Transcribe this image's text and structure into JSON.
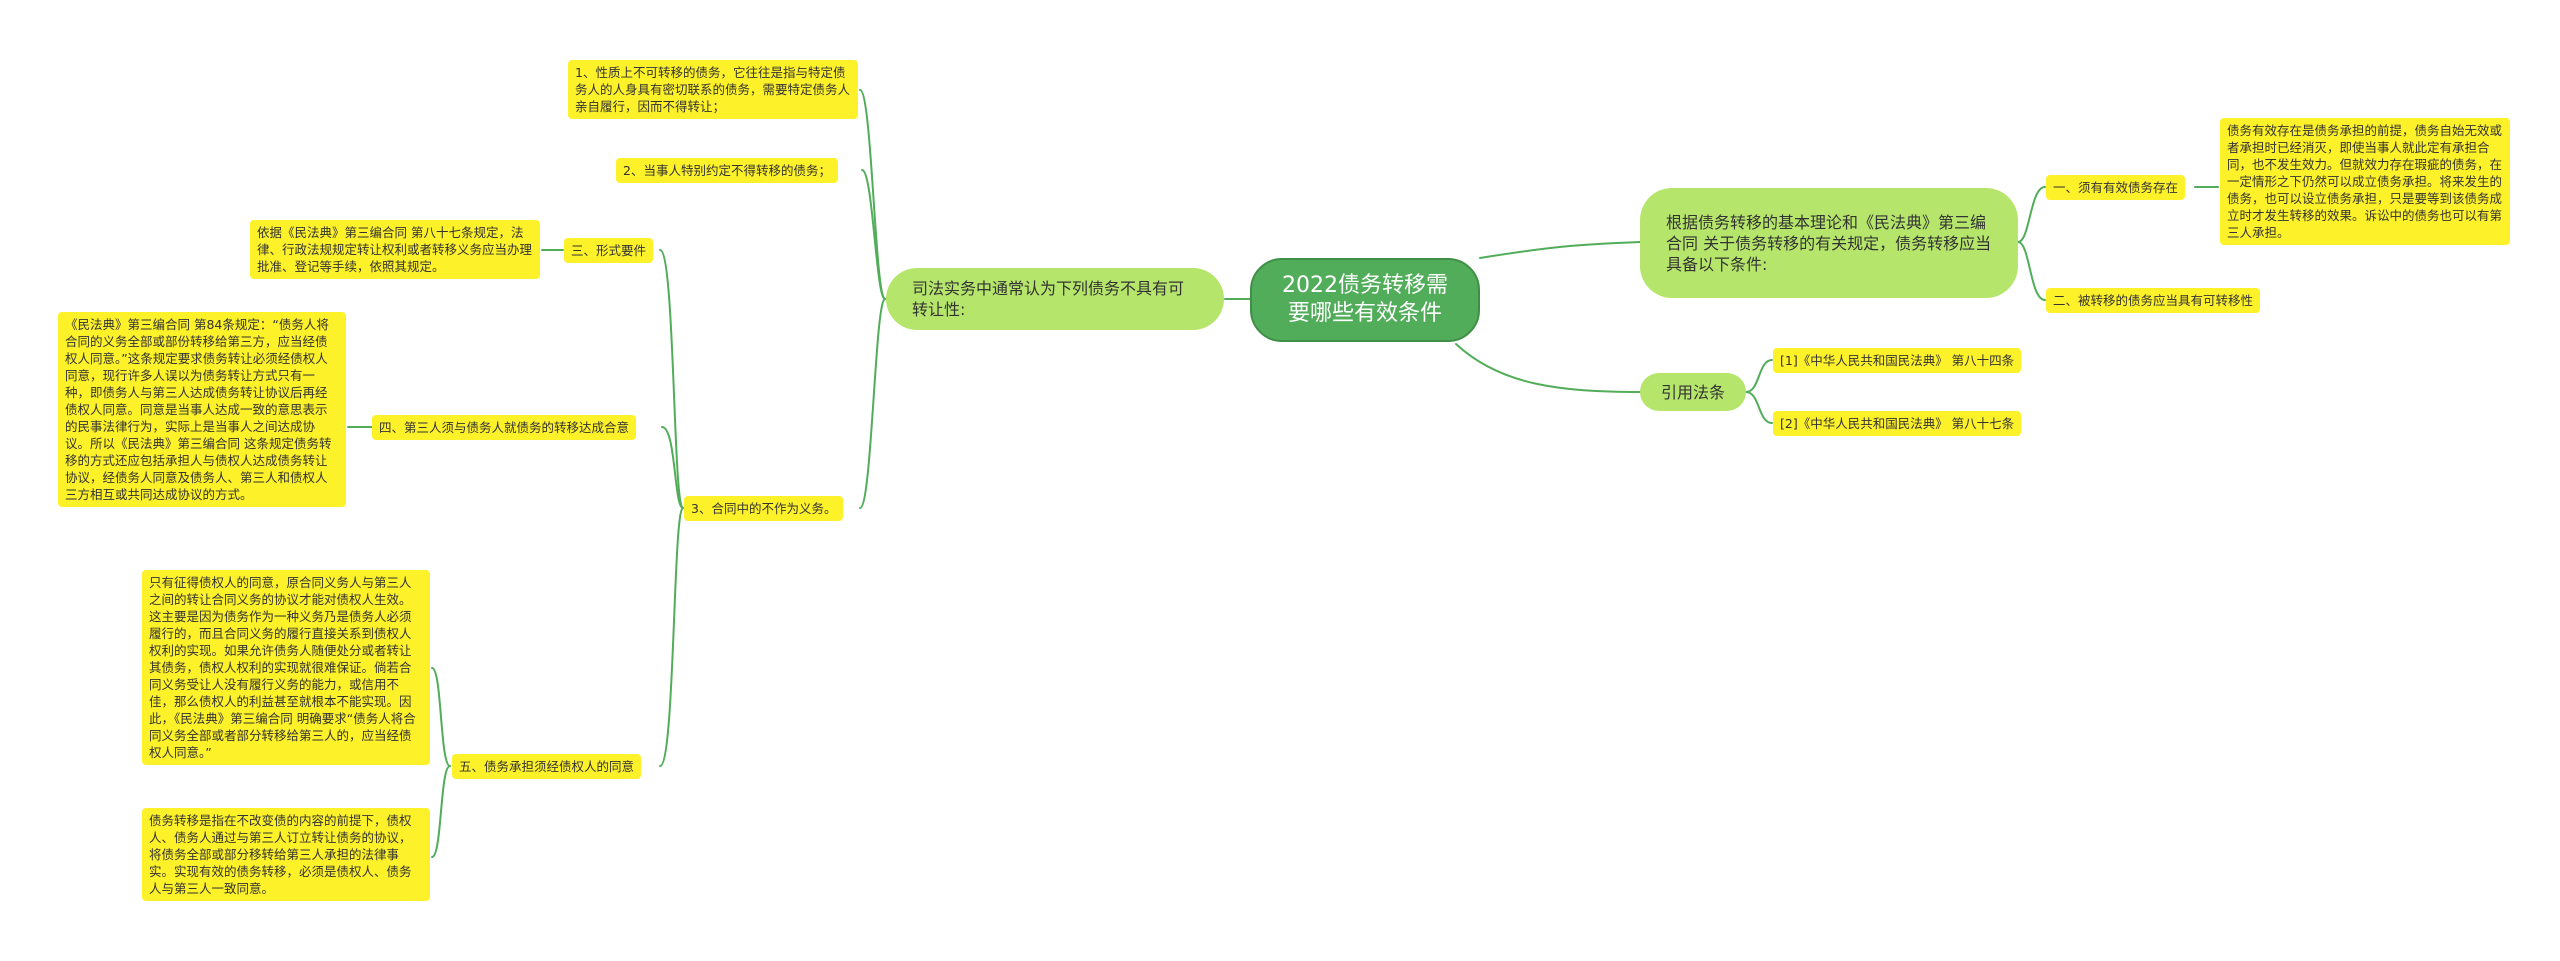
{
  "root": {
    "title": "2022债务转移需要哪些有效条件"
  },
  "left_branch": {
    "label": "司法实务中通常认为下列债务不具有可转让性:",
    "items": [
      "1、性质上不可转移的债务，它往往是指与特定债务人的人身具有密切联系的债务，需要特定债务人亲自履行，因而不得转让；",
      "2、当事人特别约定不得转移的债务；",
      "3、合同中的不作为义务。"
    ]
  },
  "forms": {
    "label": "三、形式要件",
    "detail": "依据《民法典》第三编合同 第八十七条规定，法律、行政法规规定转让权利或者转移义务应当办理批准、登记等手续，依照其规定。"
  },
  "third_party": {
    "label": "四、第三人须与债务人就债务的转移达成合意",
    "detail": "《民法典》第三编合同 第84条规定：“债务人将合同的义务全部或部份转移给第三方，应当经债权人同意。”这条规定要求债务转让必须经债权人同意，现行许多人误以为债务转让方式只有一种，即债务人与第三人达成债务转让协议后再经债权人同意。同意是当事人达成一致的意思表示的民事法律行为，实际上是当事人之间达成协议。所以《民法典》第三编合同 这条规定债务转移的方式还应包括承担人与债权人达成债务转让协议，经债务人同意及债务人、第三人和债权人三方相互或共同达成协议的方式。"
  },
  "creditor_consent": {
    "label": "五、债务承担须经债权人的同意",
    "details": [
      "只有征得债权人的同意，原合同义务人与第三人之间的转让合同义务的协议才能对债权人生效。这主要是因为债务作为一种义务乃是债务人必须履行的，而且合同义务的履行直接关系到债权人权利的实现。如果允许债务人随便处分或者转让其债务，债权人权利的实现就很难保证。倘若合同义务受让人没有履行义务的能力，或信用不佳，那么债权人的利益甚至就根本不能实现。因此，《民法典》第三编合同 明确要求“债务人将合同义务全部或者部分转移给第三人的，应当经债权人同意。”",
      "债务转移是指在不改变债的内容的前提下，债权人、债务人通过与第三人订立转让债务的协议，将债务全部或部分移转给第三人承担的法律事实。实现有效的债务转移，必须是债权人、债务人与第三人一致同意。"
    ]
  },
  "right_branch": {
    "label": "根据债务转移的基本理论和《民法典》第三编 合同 关于债务转移的有关规定，债务转移应当具备以下条件:",
    "valid_debt": {
      "label": "一、须有有效债务存在",
      "detail": "债务有效存在是债务承担的前提，债务自始无效或者承担时已经消灭，即使当事人就此定有承担合同，也不发生效力。但就效力存在瑕疵的债务，在一定情形之下仍然可以成立债务承担。将来发生的债务，也可以设立债务承担，只是要等到该债务成立时才发生转移的效果。诉讼中的债务也可以有第三人承担。"
    },
    "transferable": {
      "label": "二、被转移的债务应当具有可转移性"
    }
  },
  "citations": {
    "label": "引用法条",
    "items": [
      "[1]《中华人民共和国民法典》 第八十四条",
      "[2]《中华人民共和国民法典》 第八十七条"
    ]
  },
  "colors": {
    "root": "#52ad5a",
    "branch": "#b5e56a",
    "leaf": "#fdf12a",
    "line": "#52ad5a"
  }
}
